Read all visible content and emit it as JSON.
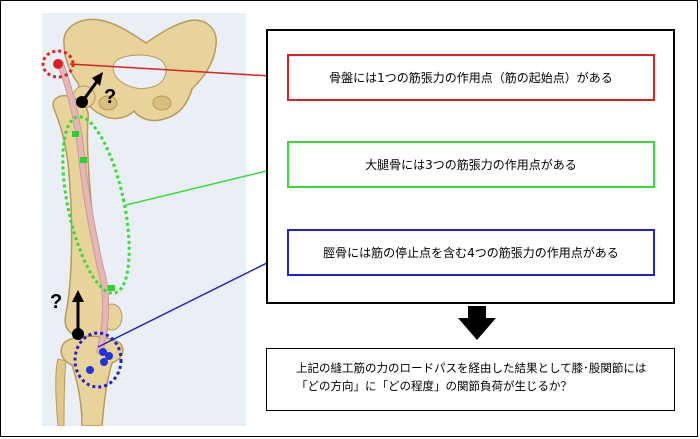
{
  "labels": {
    "pelvis": "骨盤には1つの筋張力の作用点（筋の起始点）がある",
    "femur": "大腿骨には3つの筋張力の作用点がある",
    "tibia": "脛骨には筋の停止点を含む4つの筋張力の作用点がある"
  },
  "conclusion": {
    "line1": "上記の縫工筋の力のロードパスを経由した結果として膝･股関節には",
    "line2": "「どの方向」に「どの程度」の関節負荷が生じるか？"
  },
  "marks": {
    "hip_question": "?",
    "knee_question": "?"
  },
  "colors": {
    "pelvis": "#e02020",
    "femur": "#33dd33",
    "tibia": "#2222cc",
    "bone": "#e8d39a",
    "muscle": "#e6b5b5"
  }
}
